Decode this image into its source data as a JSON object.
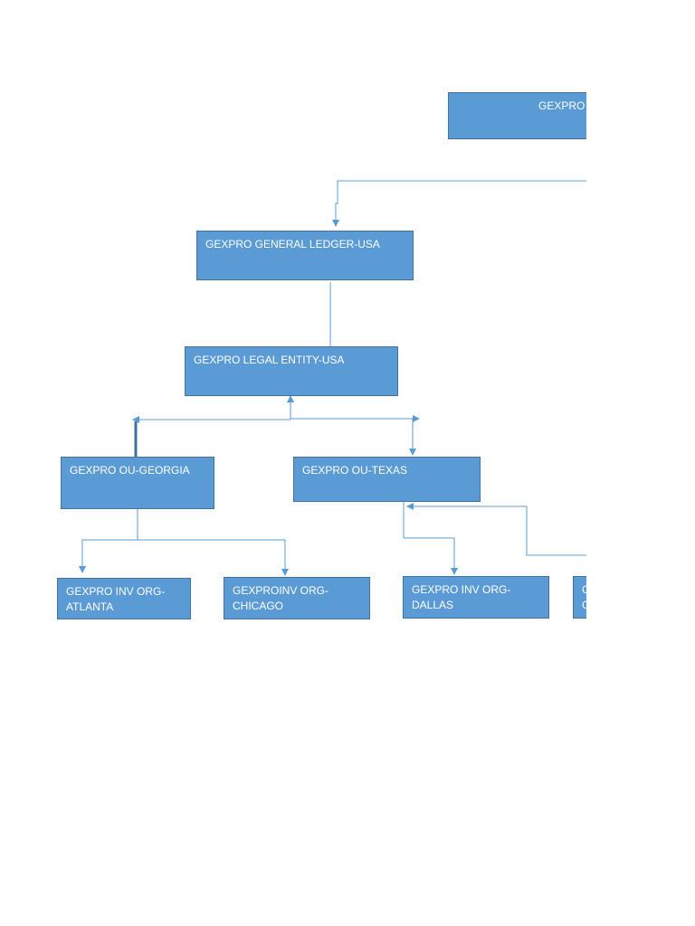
{
  "diagram": {
    "nodes": {
      "root": "GEXPRO E",
      "ledger": "GEXPRO GENERAL LEDGER-USA",
      "legal": "GEXPRO LEGAL ENTITY-USA",
      "georgia": "GEXPRO OU-GEORGIA",
      "texas": "GEXPRO OU-TEXAS",
      "atlanta": "GEXPRO INV ORG-\nATLANTA",
      "chicago": "GEXPROINV ORG-\nCHICAGO",
      "dallas": "GEXPRO INV ORG-\nDALLAS",
      "partial": "G\nG"
    },
    "colors": {
      "box_fill": "#5b9bd5",
      "box_border": "#41719c",
      "connector": "#5b9bd5",
      "text": "#ffffff"
    }
  }
}
